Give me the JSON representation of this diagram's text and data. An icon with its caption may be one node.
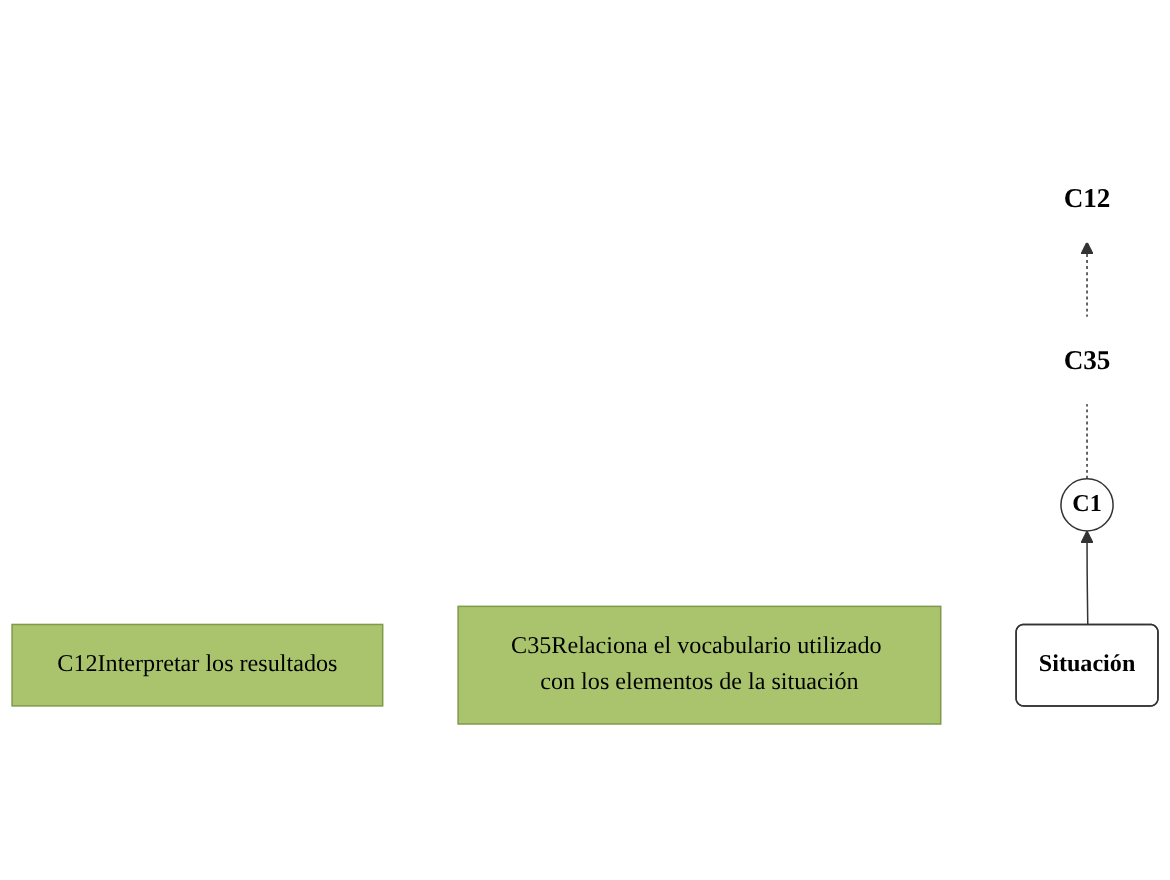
{
  "diagram": {
    "nodes": [
      {
        "text": [
          "C12Interpretar los resultados"
        ]
      },
      {
        "text": [
          "C35Relaciona el vocabulario utilizado con los elementos de la situación"
        ]
      },
      {
        "text": [
          "C35"
        ]
      },
      {
        "text": [
          "C12"
        ]
      },
      {
        "text": [
          "C1"
        ]
      },
      {
        "text": [
          "Situación"
        ]
      }
    ],
    "edges": [
      {
        "from": 5,
        "to": 4,
        "arrow": "to"
      },
      {
        "from": 4,
        "to": 2,
        "arrow": "none",
        "style": "dashed"
      },
      {
        "from": 2,
        "to": 3,
        "arrow": "to",
        "style": "dashed"
      }
    ]
  }
}
